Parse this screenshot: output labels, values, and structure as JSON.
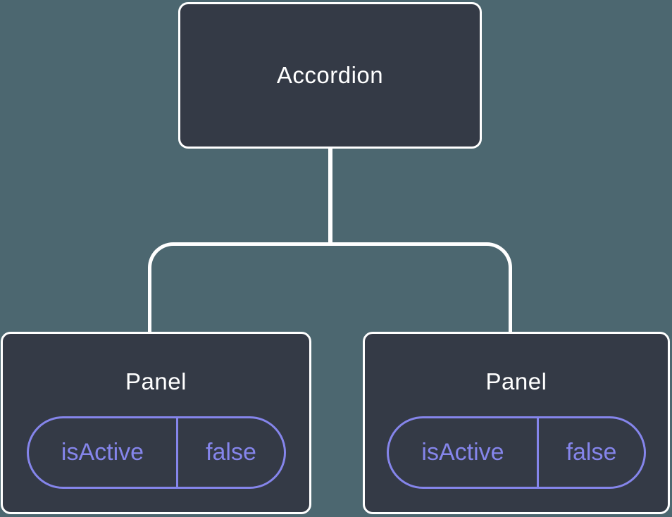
{
  "colors": {
    "background": "#4C6770",
    "node_fill": "#343A46",
    "node_border": "#FFFFFF",
    "accent_purple": "#8585EB",
    "node_text": "#FFFFFF"
  },
  "tree": {
    "root": {
      "label": "Accordion"
    },
    "children": [
      {
        "label": "Panel",
        "prop": {
          "name": "isActive",
          "value": "false"
        }
      },
      {
        "label": "Panel",
        "prop": {
          "name": "isActive",
          "value": "false"
        }
      }
    ]
  }
}
